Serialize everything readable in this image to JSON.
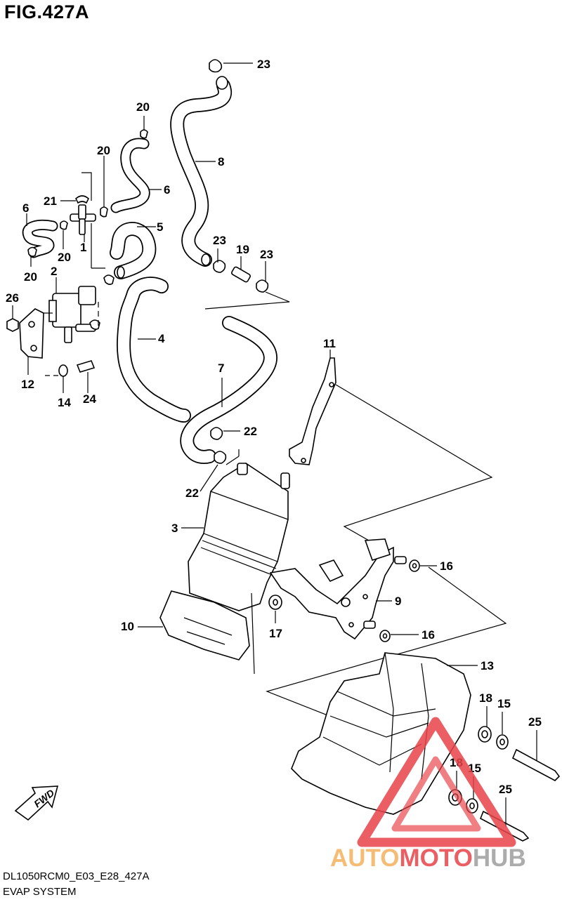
{
  "figure": {
    "title": "FIG.427A",
    "code": "DL1050RCM0_E03_E28_427A",
    "system_name": "EVAP SYSTEM"
  },
  "callouts": [
    "23",
    "20",
    "8",
    "20",
    "6",
    "21",
    "6",
    "5",
    "1",
    "20",
    "23",
    "19",
    "23",
    "2",
    "20",
    "26",
    "4",
    "12",
    "14",
    "24",
    "7",
    "22",
    "11",
    "22",
    "3",
    "16",
    "9",
    "17",
    "16",
    "10",
    "13",
    "18",
    "15",
    "25",
    "18",
    "15",
    "25"
  ],
  "direction_arrow": {
    "label": "FWD"
  },
  "watermark": {
    "parts": [
      "AUTO",
      "MOTO",
      "HUB"
    ],
    "colors": {
      "auto": "#f4b15e",
      "moto": "#e8444a",
      "hub": "#9e9e9e",
      "triangle": "#e8444a"
    }
  }
}
